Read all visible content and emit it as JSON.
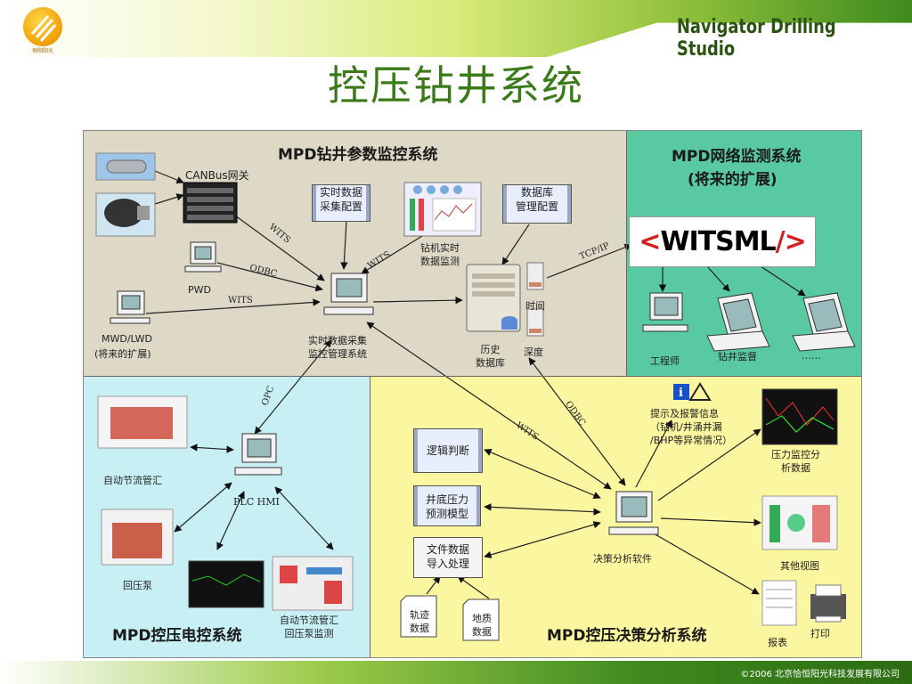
{
  "header": {
    "logo_text": "恒阳阳光",
    "studio": "Navigator Drilling Studio",
    "title": "控压钻井系统"
  },
  "regions": {
    "monitor": {
      "title": "MPD钻井参数监控系统",
      "canbus": "CANBus网关",
      "pwd": "PWD",
      "mwd": "MWD/LWD",
      "mwd_note": "(将来的扩展)",
      "rt_config": [
        "实时数据",
        "采集配置"
      ],
      "rig_monitor": [
        "钻机实时",
        "数据监测"
      ],
      "db_config": [
        "数据库",
        "管理配置"
      ],
      "acq_system": [
        "实时数据采集",
        "监控管理系统"
      ],
      "history": [
        "历史",
        "数据库"
      ],
      "time": "时间",
      "depth": "深度"
    },
    "network": {
      "title": "MPD网络监测系统",
      "subtitle": "(将来的扩展)",
      "witsml": "WITSML",
      "engineer": "工程师",
      "supervisor": "钻井监督",
      "dots": "……"
    },
    "electric": {
      "title": "MPD控压电控系统",
      "choke": "自动节流管汇",
      "plc": "PLC HMI",
      "pump": "回压泵",
      "monitor": [
        "自动节流管汇",
        "回压泵监测"
      ]
    },
    "decision": {
      "title": "MPD控压决策分析系统",
      "logic": "逻辑判断",
      "bhp_model": [
        "井底压力",
        "预测模型"
      ],
      "file_import": [
        "文件数据",
        "导入处理"
      ],
      "trajectory": [
        "轨迹",
        "数据"
      ],
      "geology": [
        "地质",
        "数据"
      ],
      "software": "决策分析软件",
      "alarm": [
        "提示及报警信息",
        "（钻机/井涌井漏",
        "/BHP等异常情况）"
      ],
      "pressure": [
        "压力监控分",
        "析数据"
      ],
      "other_views": "其他视图",
      "report": "报表",
      "print": "打印"
    }
  },
  "links": {
    "wits": "WITS",
    "odbc": "ODBC",
    "tcpip": "TCP/IP",
    "opc": "OPC"
  },
  "footer": {
    "copyright": "©2006  北京恰恒阳光科技发展有限公司"
  },
  "colors": {
    "title": "#3a7a18",
    "monitor_bg": "#ded8c6",
    "network_bg": "#58c9a0",
    "electric_bg": "#c8f0f4",
    "decision_bg": "#fbf7a0",
    "witsml_bracket": "#d32020"
  }
}
